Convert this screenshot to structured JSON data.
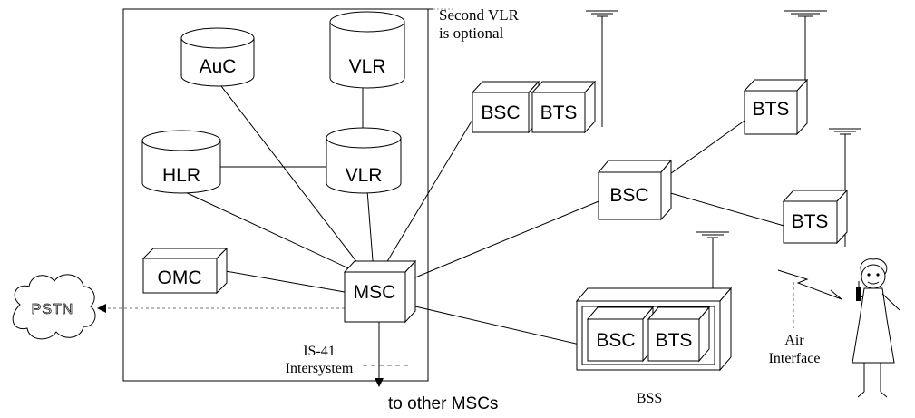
{
  "nodes": {
    "auc": "AuC",
    "vlr_top": "VLR",
    "hlr": "HLR",
    "vlr": "VLR",
    "omc": "OMC",
    "msc": "MSC",
    "bsc_top": "BSC",
    "bts_top": "BTS",
    "bsc_mid": "BSC",
    "bts_right_top": "BTS",
    "bts_right_mid": "BTS",
    "bss_bsc": "BSC",
    "bss_bts": "BTS",
    "pstn": "PSTN"
  },
  "labels": {
    "second_vlr_line1": "Second VLR",
    "second_vlr_line2": "is optional",
    "is41_line1": "IS-41",
    "is41_line2": "Intersystem",
    "other_mscs": "to other MSCs",
    "bss": "BSS",
    "air_line1": "Air",
    "air_line2": "Interface"
  }
}
